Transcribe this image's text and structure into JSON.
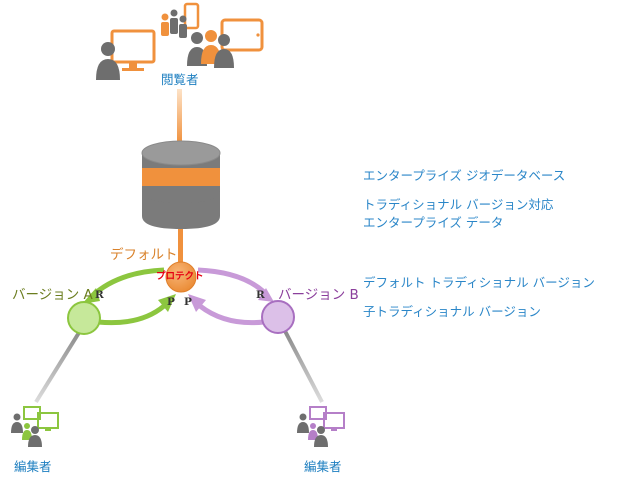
{
  "diagram": {
    "viewers_label": "閲覧者",
    "default_label": "デフォルト",
    "protect_label": "プロテクト",
    "version_a_label": "バージョン A",
    "version_b_label": "バージョン B",
    "editor_left_label": "編集者",
    "editor_right_label": "編集者",
    "reconcile_letter": "R",
    "post_letter": "P"
  },
  "legend": {
    "item1": "エンタープライズ ジオデータベース",
    "item2_line1": "トラディショナル バージョン対応",
    "item2_line2": "エンタープライズ データ",
    "item3": "デフォルト トラディショナル バージョン",
    "item4": "子トラディショナル バージョン"
  },
  "colors": {
    "orange": "#f0913d",
    "green": "#8cc63f",
    "purple": "#b57fc8",
    "gray": "#6e6e6e",
    "blue": "#1e7fc0"
  }
}
